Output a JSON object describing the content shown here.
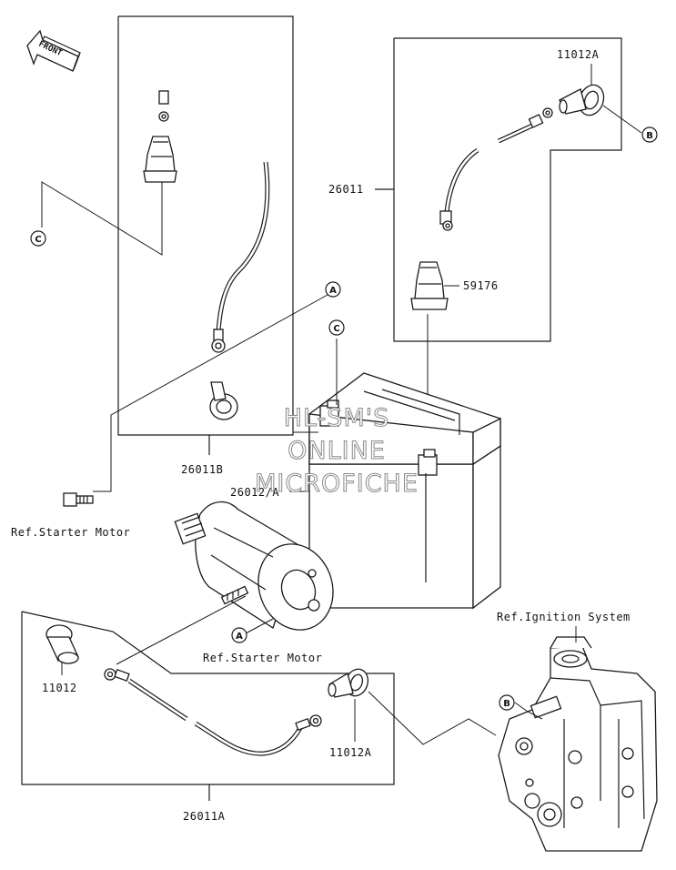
{
  "diagram": {
    "orientation_label": "FRONT",
    "parts": {
      "cable_positive": "26011",
      "cable_main_a": "26011A",
      "cable_b": "26011B",
      "battery": "26012/A",
      "terminal_cap_a": "11012A",
      "terminal_cap_a_lower": "11012A",
      "terminal_cap": "11012",
      "boot": "59176"
    },
    "references": {
      "starter_motor_left": "Ref.Starter Motor",
      "starter_motor_center": "Ref.Starter Motor",
      "ignition_system": "Ref.Ignition System"
    },
    "callouts": {
      "a_upper": "A",
      "a_lower": "A",
      "b_upper": "B",
      "b_lower": "B",
      "c_left": "C",
      "c_battery": "C"
    },
    "watermark": {
      "line1": "HL-SM'S",
      "line2": "ONLINE",
      "line3": "MICROFICHE"
    }
  }
}
